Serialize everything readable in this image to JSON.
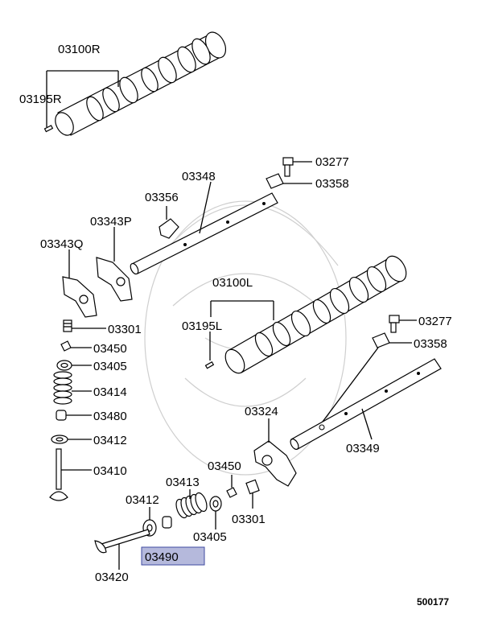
{
  "diagram": {
    "labels": {
      "p03100R": "03100R",
      "p03195R": "03195R",
      "p03277a": "03277",
      "p03358a": "03358",
      "p03348": "03348",
      "p03356": "03356",
      "p03343P": "03343P",
      "p03343Q": "03343Q",
      "p03301a": "03301",
      "p03450a": "03450",
      "p03405a": "03405",
      "p03414": "03414",
      "p03480": "03480",
      "p03412a": "03412",
      "p03410": "03410",
      "p03100L": "03100L",
      "p03195L": "03195L",
      "p03277b": "03277",
      "p03358b": "03358",
      "p03324": "03324",
      "p03349": "03349",
      "p03450b": "03450",
      "p03413": "03413",
      "p03412b": "03412",
      "p03301b": "03301",
      "p03405b": "03405",
      "p03490": "03490",
      "p03420": "03420"
    },
    "page_number": "500177",
    "highlight_color": "#b5b9dc"
  }
}
